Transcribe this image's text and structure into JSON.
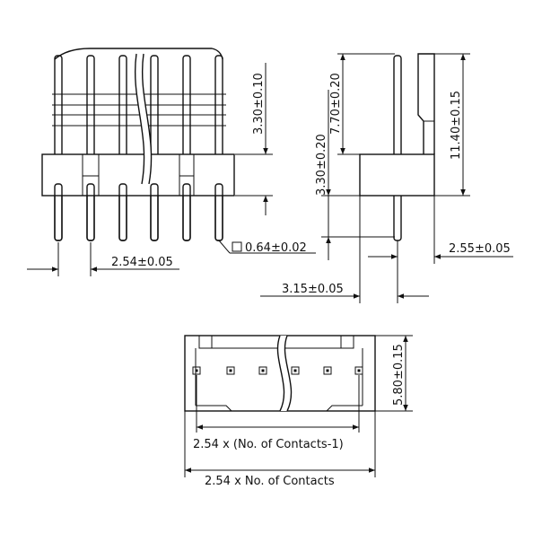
{
  "drawing": {
    "front_view": {
      "dim_pin_length_top": "3.30±0.10",
      "dim_pin_square": "0.64±0.02",
      "dim_pitch": "2.54±0.05"
    },
    "side_view": {
      "dim_upper_pin": "7.70±0.20",
      "dim_lower_pin": "3.30±0.20",
      "dim_total_height": "11.40±0.15",
      "dim_pin_offset": "2.55±0.05",
      "dim_body_depth": "3.15±0.05"
    },
    "top_view": {
      "dim_body_height": "5.80±0.15",
      "dim_inner_span": "2.54 x (No. of Contacts-1)",
      "dim_overall_span": "2.54 x No. of Contacts"
    }
  }
}
